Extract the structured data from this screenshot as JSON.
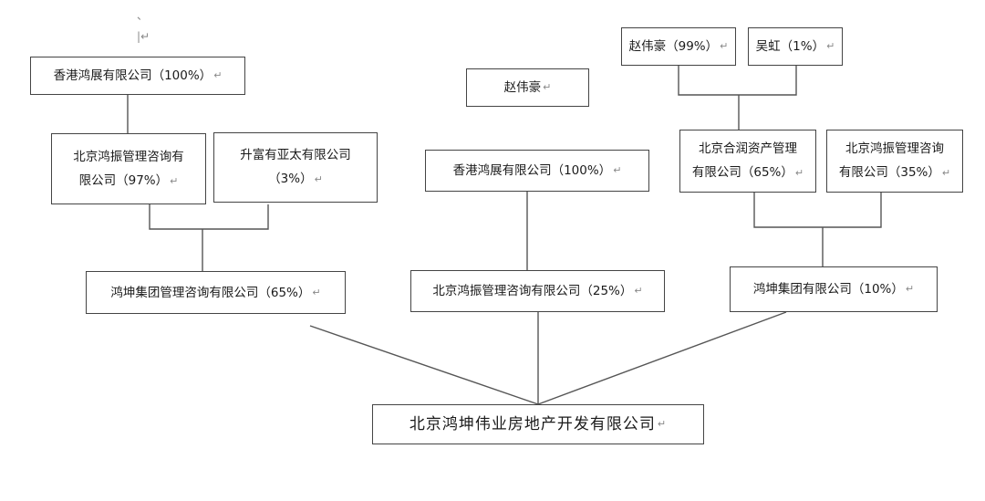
{
  "return_mark": "↵",
  "stray_tick": "、",
  "stray_cursor": "|↵",
  "nodes": {
    "hk_hongzhan_left": "香港鸿展有限公司（100%）",
    "bj_hongzhen_97_line1": "北京鸿振管理咨询有",
    "bj_hongzhen_97_line2": "限公司（97%）",
    "shengfu_line1": "升富有亚太有限公司",
    "shengfu_line2": "（3%）",
    "hongkun_consult": "鸿坤集团管理咨询有限公司（65%）",
    "zhao_top": "赵伟豪",
    "hk_hongzhan_mid": "香港鸿展有限公司（100%）",
    "bj_hongzhen_25": "北京鸿振管理咨询有限公司（25%）",
    "zhao_99": "赵伟豪（99%）",
    "wuhong": "吴虹（1%）",
    "hexun_line1": "北京合润资产管理",
    "hexun_line2": "有限公司（65%）",
    "bj_hongzhen_35_line1": "北京鸿振管理咨询",
    "bj_hongzhen_35_line2": "有限公司（35%）",
    "hongkun_group": "鸿坤集团有限公司（10%）",
    "target": "北京鸿坤伟业房地产开发有限公司"
  }
}
